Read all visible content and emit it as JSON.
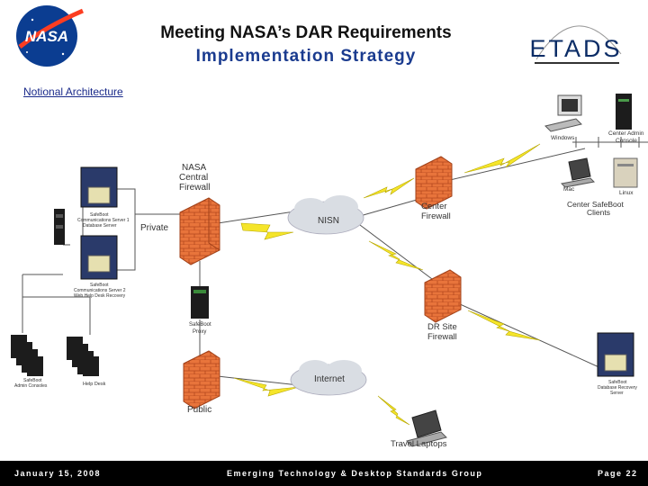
{
  "header": {
    "title": "Meeting NASA’s DAR Requirements",
    "subtitle": "Implementation Strategy",
    "left_logo_text": "NASA",
    "right_logo_text": "ETADS"
  },
  "section_title": "Notional Architecture",
  "nodes": {
    "nasa_firewall": "NASA Central Firewall",
    "private": "Private",
    "nisn": "NISN",
    "center_firewall": "Center Firewall",
    "dr_firewall": "DR Site Firewall",
    "internet": "Internet",
    "public": "Public",
    "proxy": "SafeBoot Proxy",
    "server1": "SafeBoot Communications Server 1 Database Server",
    "server2": "SafeBoot Communications Server 2 Web Help Desk Recovery",
    "admin_consoles": "SafeBoot Admin Consoles",
    "help_desk": "Help Desk",
    "windows": "Windows",
    "mac": "Mac",
    "linux": "Linux",
    "center_admin": "Center Admin Console",
    "center_clients": "Center SafeBoot Clients",
    "dr_server": "SafeBoot Database Recovery Server",
    "travel": "Travel Laptops"
  },
  "footer": {
    "date": "January 15, 2008",
    "group": "Emerging Technology & Desktop Standards Group",
    "page": "Page 22"
  },
  "colors": {
    "brick": "#e8743b",
    "bolt": "#f5e52a",
    "cloud": "#d9dde3",
    "server": "#1c1c1c"
  }
}
